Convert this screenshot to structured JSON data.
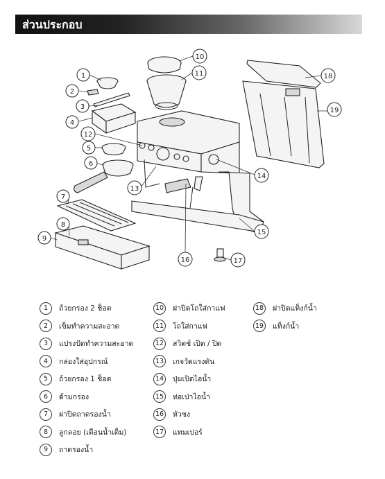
{
  "header": {
    "title": "ส่วนประกอบ"
  },
  "legend": {
    "col1": [
      {
        "num": "1",
        "label": "ถ้วยกรอง 2 ช็อต"
      },
      {
        "num": "2",
        "label": "เข็มทำความสะอาด"
      },
      {
        "num": "3",
        "label": "แปรงปัดทำความสะอาด"
      },
      {
        "num": "4",
        "label": "กล่องใส่อุปกรณ์"
      },
      {
        "num": "5",
        "label": "ถ้วยกรอง 1 ช็อต"
      },
      {
        "num": "6",
        "label": "ด้ามกรอง"
      },
      {
        "num": "7",
        "label": "ฝาปิดถาดรองน้ำ"
      },
      {
        "num": "8",
        "label": "ลูกลอย (เตือนน้ำเต็ม)"
      },
      {
        "num": "9",
        "label": "ถาดรองน้ำ"
      }
    ],
    "col2": [
      {
        "num": "10",
        "label": "ฝาปิดโถใส่กาแฟ"
      },
      {
        "num": "11",
        "label": "โถใส่กาแฟ"
      },
      {
        "num": "12",
        "label": "สวิตช์ เปิด / ปิด"
      },
      {
        "num": "13",
        "label": "เกจวัดแรงดัน"
      },
      {
        "num": "14",
        "label": "ปุ่มเปิดไอน้ำ"
      },
      {
        "num": "15",
        "label": "ท่อเป่าไอน้ำ"
      },
      {
        "num": "16",
        "label": "หัวชง"
      },
      {
        "num": "17",
        "label": "แทมเปอร์"
      }
    ],
    "col3": [
      {
        "num": "18",
        "label": "ฝาปิดแท็งก์น้ำ"
      },
      {
        "num": "19",
        "label": "แท็งก์น้ำ"
      }
    ]
  },
  "callouts": [
    "1",
    "2",
    "3",
    "4",
    "5",
    "6",
    "7",
    "8",
    "9",
    "10",
    "11",
    "12",
    "13",
    "14",
    "15",
    "16",
    "17",
    "18",
    "19"
  ]
}
